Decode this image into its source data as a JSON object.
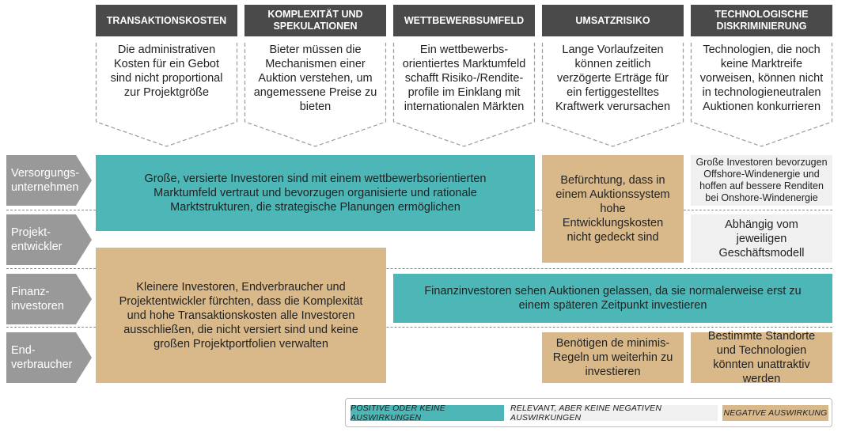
{
  "colors": {
    "header_bg": "#4a4a4a",
    "row_label_bg": "#999999",
    "positive": "#4db6b6",
    "neutral": "#f0f0f0",
    "negative": "#d9b98a"
  },
  "columns": [
    {
      "title": "TRANSAKTIONSKOSTEN",
      "description": "Die administrativen\nKosten für ein Gebot\nsind nicht proportional\nzur Projektgröße"
    },
    {
      "title": "KOMPLEXITÄT UND\nSPEKULATIONEN",
      "description": "Bieter müssen die\nMechanismen einer\nAuktion verstehen, um\nangemessene Preise zu\nbieten"
    },
    {
      "title": "WETTBEWERBSUMFELD",
      "description": "Ein wettbewerbs-\norientiertes Marktumfeld\nschafft Risiko-/Rendite-\nprofile im Einklang mit\ninternationalen Märkten"
    },
    {
      "title": "UMSATZRISIKO",
      "description": "Lange Vorlaufzeiten\nkönnen zeitlich\nverzögerte Erträge für\nein fertiggestelltes\nKraftwerk verursachen"
    },
    {
      "title": "TECHNOLOGISCHE\nDISKRIMINIERUNG",
      "description": "Technologien, die noch\nkeine Marktreife\nvorweisen, können nicht\nin technologieneutralen\nAuktionen konkurrieren"
    }
  ],
  "rows": [
    {
      "label": "Versorgungs-\nunternehmen"
    },
    {
      "label": "Projekt-\nentwickler"
    },
    {
      "label": "Finanz-\ninvestoren"
    },
    {
      "label": "End-\nverbraucher"
    }
  ],
  "cells": {
    "large_investors": "Große, versierte Investoren sind mit einem wettbewerbsorientierten Marktumfeld vertraut und bevorzugen organisierte und rationale Marktstrukturen, die strategische Planungen ermöglichen",
    "dev_costs": "Befürchtung, dass in einem Auktionssystem hohe Entwicklungskosten nicht gedeckt sind",
    "offshore": "Große Investoren bevorzugen Offshore-Windenergie und hoffen auf bessere Renditen bei Onshore-Windenergie",
    "business_model": "Abhängig vom jeweiligen Geschäftsmodell",
    "small_investors": "Kleinere Investoren, Endverbraucher und Projektentwickler fürchten, dass die Komplexität und hohe Transaktionskosten alle Investoren ausschließen, die nicht versiert sind und keine großen Projektportfolien verwalten",
    "financial_investors": "Finanzinvestoren sehen Auktionen gelassen, da sie normalerweise erst zu einem späteren Zeitpunkt investieren",
    "de_minimis": "Benötigen de minimis-Regeln um weiterhin zu investieren",
    "locations": "Bestimmte Standorte und Technologien könnten unattraktiv werden"
  },
  "legend": {
    "positive": "POSITIVE ODER KEINE AUSWIRKUNGEN",
    "neutral": "RELEVANT, ABER KEINE NEGATIVEN AUSWIRKUNGEN",
    "negative": "NEGATIVE AUSWIRKUNG"
  }
}
